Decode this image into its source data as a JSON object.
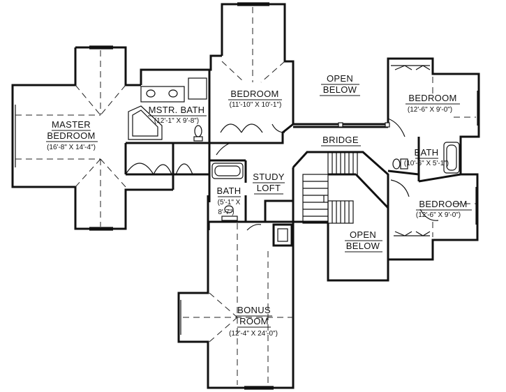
{
  "rooms": {
    "master": {
      "name_line1": "MASTER",
      "name_line2": "BEDROOM",
      "dims": "(16'-8\" X 14'-4\")"
    },
    "mstr_bath": {
      "name": "MSTR. BATH",
      "dims": "(12'-1\" X 9'-8\")"
    },
    "bedroom_top": {
      "name": "BEDROOM",
      "dims": "(11'-10\" X 10'-1\")"
    },
    "bedroom_ne": {
      "name": "BEDROOM",
      "dims": "(12'-6\" X 9'-0\")"
    },
    "bath_east": {
      "name": "BATH",
      "dims": "(10'-6\" X 5'-1\")"
    },
    "bedroom_se": {
      "name": "BEDROOM",
      "dims": "(12'-6\" X 9'-0\")"
    },
    "bath_center": {
      "name": "BATH",
      "dims_line1": "(5'-1\" X",
      "dims_line2": "8'-7\")"
    },
    "study_loft": {
      "line1": "STUDY",
      "line2": "LOFT"
    },
    "bonus": {
      "line1": "BONUS",
      "line2": "ROOM",
      "dims": "(12'-4\" X 24'-0\")"
    }
  },
  "open_below_top": {
    "line1": "OPEN",
    "line2": "BELOW"
  },
  "open_below_mid": {
    "line1": "OPEN",
    "line2": "BELOW"
  },
  "bridge": "BRIDGE"
}
